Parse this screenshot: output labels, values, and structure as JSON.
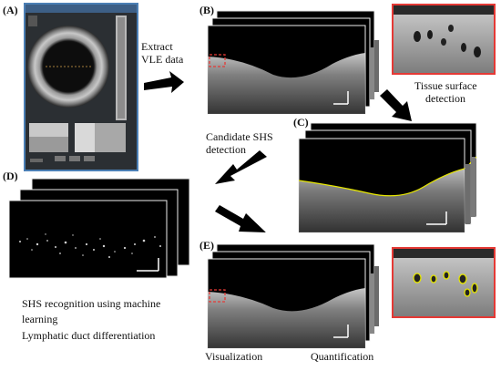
{
  "panels": {
    "A": "(A)",
    "B": "(B)",
    "C": "(C)",
    "D": "(D)",
    "E": "(E)"
  },
  "captions": {
    "extract": [
      "Extract",
      "VLE data"
    ],
    "tissue_surface": [
      "Tissue surface",
      "detection"
    ],
    "candidate": [
      "Candidate SHS",
      "detection"
    ],
    "recognition": [
      "SHS recognition using machine",
      "learning",
      "Lymphatic duct differentiation"
    ],
    "visualization": "Visualization",
    "quantification": "Quantification"
  },
  "colors": {
    "highlight_box": "#e53935",
    "surface_line": "#e6e600",
    "app_border": "#4b7fb5",
    "arrow": "#000000"
  },
  "icons": {
    "arrow": "black-right-arrow-icon"
  }
}
